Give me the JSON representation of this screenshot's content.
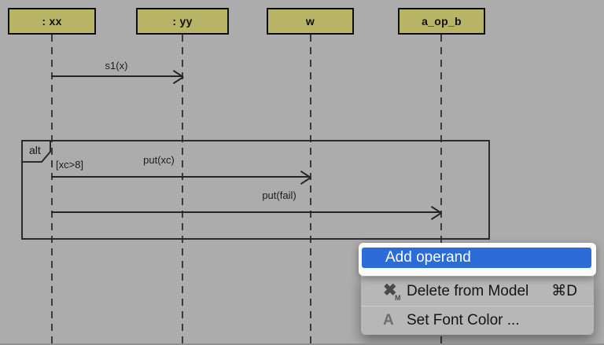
{
  "canvas": {
    "background": "#acacac"
  },
  "diagram": {
    "header_fill": "#b8b466",
    "lifelines": [
      {
        "label": ": xx"
      },
      {
        "label": ": yy"
      },
      {
        "label": "w"
      },
      {
        "label": "a_op_b"
      }
    ],
    "messages": [
      {
        "label": "s1(x)"
      },
      {
        "label": "put(xc)"
      },
      {
        "label": "put(fail)"
      }
    ],
    "fragment": {
      "operator": "alt",
      "guard": "[xc>8]"
    }
  },
  "context_menu": {
    "highlight_color": "#2b6cd9",
    "items": [
      {
        "label": "Add operand",
        "highlighted": true
      },
      {
        "label": "Delete from Model",
        "shortcut": "⌘D",
        "icon": "delete-from-model"
      },
      {
        "label": "Set Font Color ...",
        "icon": "font-color"
      }
    ],
    "delete_icon_glyph": "✖",
    "delete_icon_sub": "M",
    "font_icon_glyph": "A"
  }
}
